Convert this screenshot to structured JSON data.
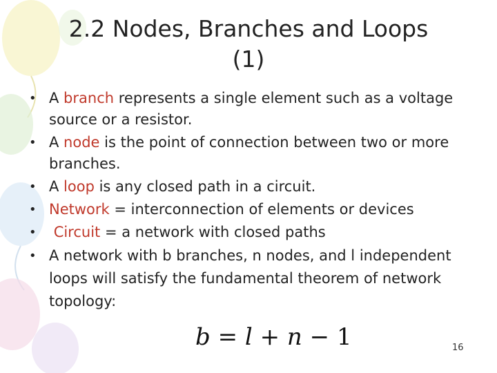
{
  "title_line1": "2.2 Nodes, Branches and Loops",
  "title_line2": "(1)",
  "bullets": [
    {
      "pre": "A ",
      "term": "branch",
      "post": " represents a single element such as a voltage source or a resistor."
    },
    {
      "pre": "A ",
      "term": "node",
      "post": " is the point of connection between two or more branches."
    },
    {
      "pre": "A ",
      "term": "loop",
      "post": " is any closed path in a circuit."
    },
    {
      "pre": "",
      "term": "Network",
      "post": " = interconnection of elements or devices"
    },
    {
      "pre": " ",
      "term": "Circuit",
      "post": " = a network with closed paths"
    },
    {
      "pre": "A network with b branches, n nodes, and l independent loops will satisfy the fundamental theorem of network topology:",
      "term": "",
      "post": ""
    }
  ],
  "bullet_glyph": "•",
  "formula": {
    "lhs": "b",
    "eq": "=",
    "l": "l",
    "plus": "+",
    "n": "n",
    "minus": "−",
    "one": "1"
  },
  "page_number": "16",
  "colors": {
    "term": "#c0392b",
    "text": "#222222"
  }
}
